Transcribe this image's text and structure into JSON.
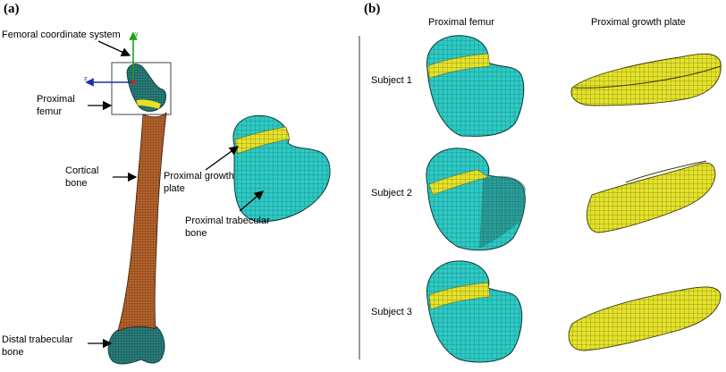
{
  "panel_a": {
    "tag": "(a)",
    "labels": {
      "coord_system": "Femoral coordinate system",
      "proximal_femur_1": "Proximal",
      "proximal_femur_2": "femur",
      "cortical_1": "Cortical",
      "cortical_2": "bone",
      "growth_plate_1": "Proximal  growth",
      "growth_plate_2": "plate",
      "prox_trab_1": "Proximal  trabecular",
      "prox_trab_2": "bone",
      "distal_trab_1": "Distal trabecular",
      "distal_trab_2": "bone"
    },
    "axis_letters": {
      "y": "y",
      "z": "z"
    }
  },
  "panel_b": {
    "tag": "(b)",
    "col_headers": [
      "Proximal femur",
      "Proximal  growth plate"
    ],
    "rows": [
      "Subject 1",
      "Subject 2",
      "Subject 3"
    ]
  },
  "colors": {
    "cyan_mesh": "#2ec9c4",
    "yellow_plate": "#e6e52a",
    "cortical": "#b8652e",
    "mesh_line": "#0d4a48"
  }
}
